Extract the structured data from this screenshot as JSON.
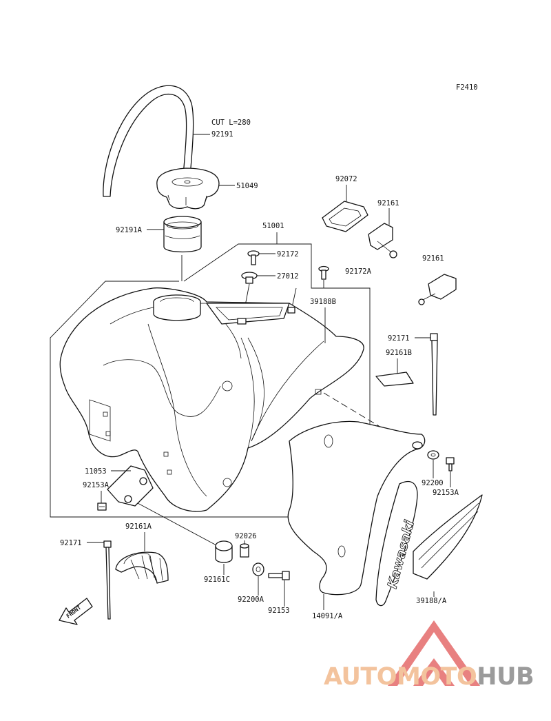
{
  "figure_code": "F2410",
  "cut_note": "CUT L=280",
  "labels": {
    "p92191": "92191",
    "p51049": "51049",
    "p92191A": "92191A",
    "p51001": "51001",
    "p92172": "92172",
    "p27012": "27012",
    "p92172A": "92172A",
    "p39188B": "39188B",
    "p92072": "92072",
    "p92161_1": "92161",
    "p92161_2": "92161",
    "p92171_1": "92171",
    "p92161B": "92161B",
    "p11053": "11053",
    "p92153A_1": "92153A",
    "p92200": "92200",
    "p92153A_2": "92153A",
    "p92161A": "92161A",
    "p92171_2": "92171",
    "p92026": "92026",
    "p92161C": "92161C",
    "p92200A": "92200A",
    "p92153": "92153",
    "p14091A": "14091/A",
    "p39188A": "39188/A"
  },
  "shroud_brand": "Kawasaki",
  "front_arrow": "FRONT",
  "watermark": {
    "part1": "AUTOMOTO",
    "part2": "HUB",
    "color1": "#f2b98d",
    "color2": "#8a8a8a",
    "triangle_color": "#e46a6a"
  }
}
